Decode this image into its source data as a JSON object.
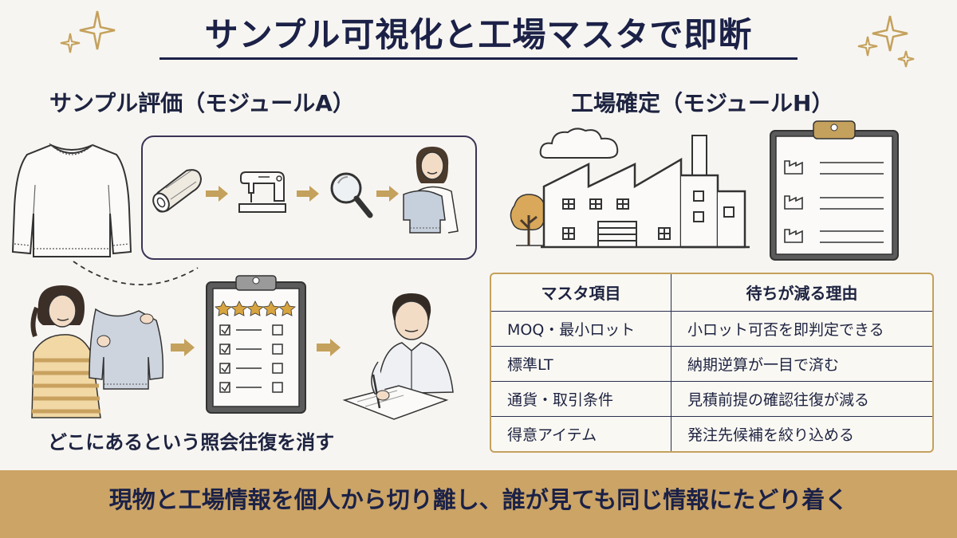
{
  "title": "サンプル可視化と工場マスタで即断",
  "module_a": {
    "heading": "サンプル評価（モジュールA）",
    "caption": "どこにあるという照会往復を消す"
  },
  "module_h": {
    "heading": "工場確定（モジュールH）"
  },
  "table": {
    "headers": [
      "マスタ項目",
      "待ちが減る理由"
    ],
    "rows": [
      [
        "MOQ・最小ロット",
        "小ロット可否を即判定できる"
      ],
      [
        "標準LT",
        "納期逆算が一目で済む"
      ],
      [
        "通貨・取引条件",
        "見積前提の確認往復が減る"
      ],
      [
        "得意アイテム",
        "発注先候補を絞り込める"
      ]
    ]
  },
  "banner": "現物と工場情報を個人から切り離し、誰が見ても同じ情報にたどり着く",
  "colors": {
    "navy": "#1b2147",
    "gold": "#c4a15c",
    "banner": "#cba466",
    "background": "#f7f5f1"
  },
  "icons": [
    "sparkle-icon",
    "sweater-icon",
    "fabric-roll-icon",
    "sewing-machine-icon",
    "magnifier-icon",
    "person-holding-sweater-icon",
    "arrow-right-icon",
    "clipboard-rating-icon",
    "person-writing-icon",
    "factory-icon",
    "cloud-icon",
    "tree-icon",
    "clipboard-factory-list-icon"
  ]
}
